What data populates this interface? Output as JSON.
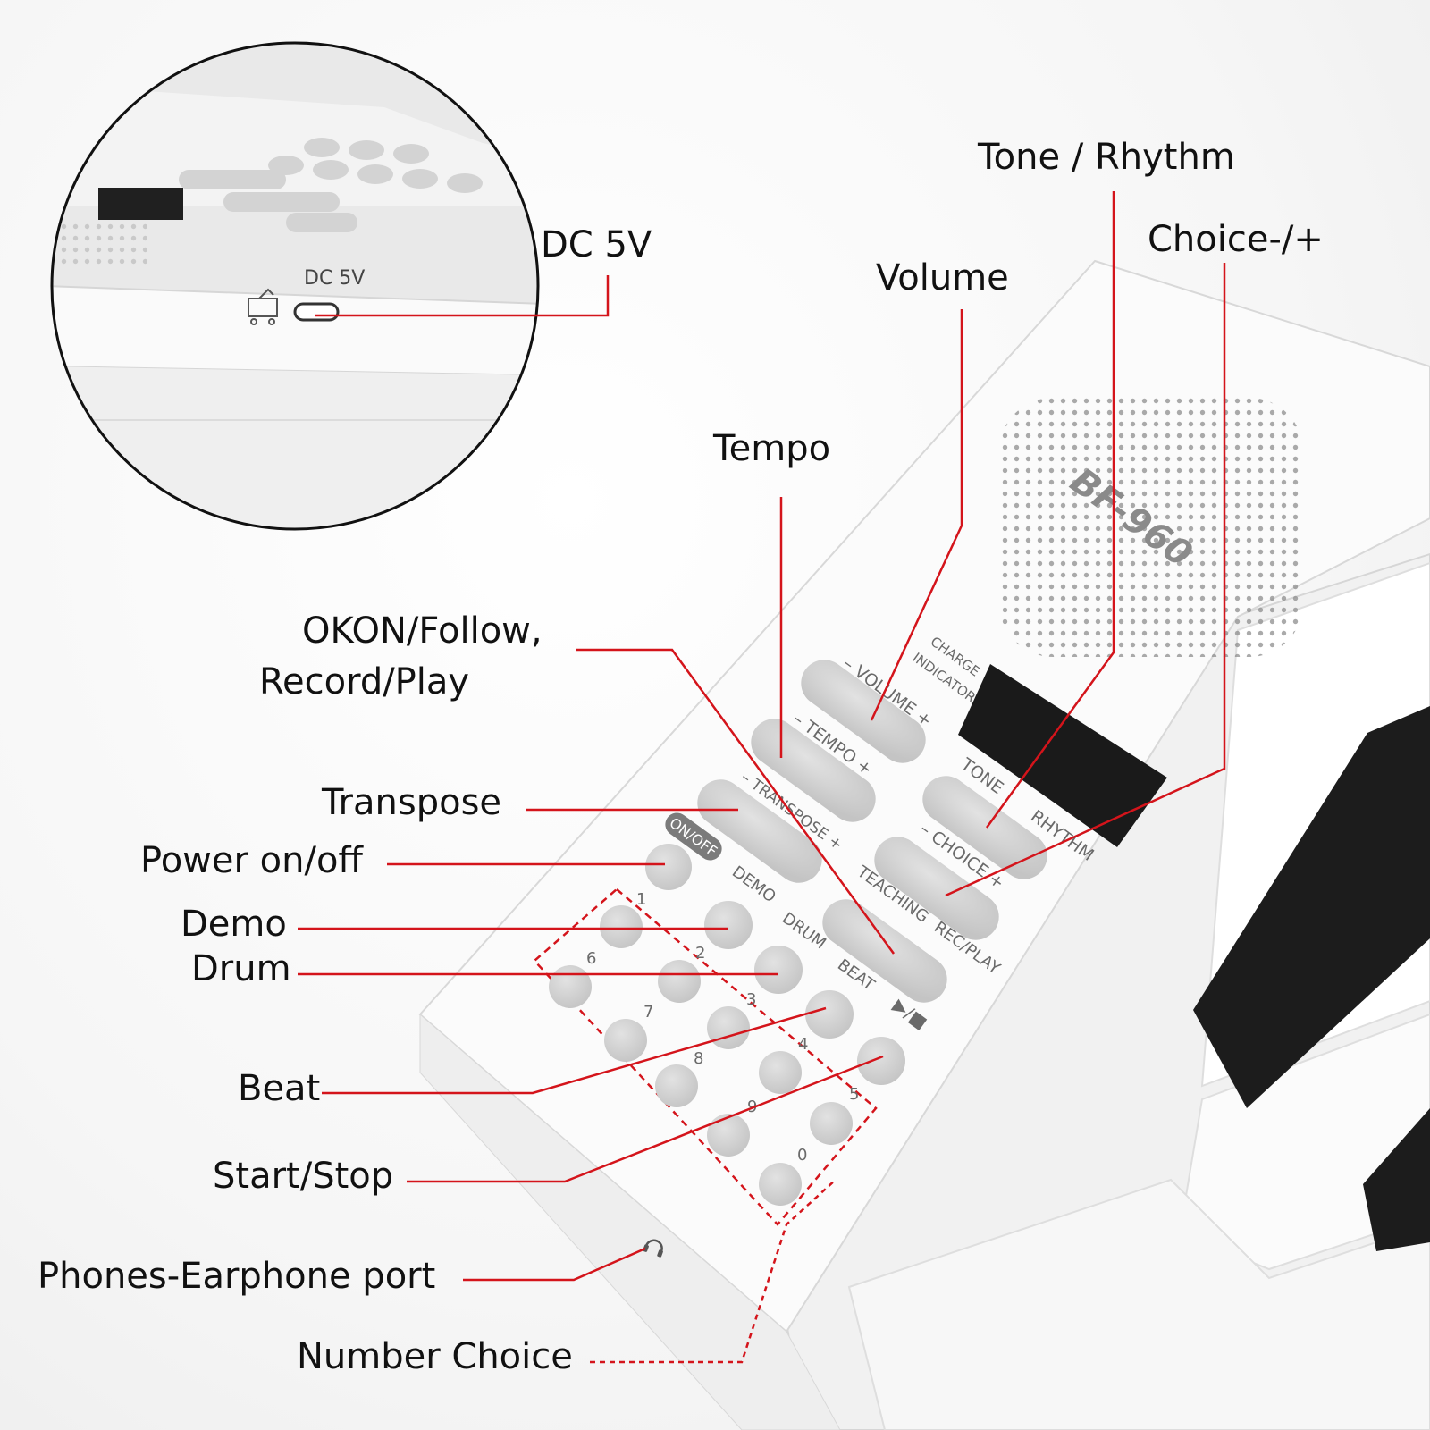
{
  "product": {
    "model": "BF-960",
    "charge_indicator": [
      "CHARGE",
      "INDICATOR"
    ],
    "on_off": "ON/OFF",
    "dc_port": "DC 5V",
    "buttons": {
      "volume": "– VOLUME +",
      "tempo": "– TEMPO +",
      "transpose": "– TRANSPOSE +",
      "tone": "TONE",
      "rhythm": "RHYTHM",
      "choice": "– CHOICE +",
      "teaching": "TEACHING",
      "rec_play": "REC/PLAY",
      "demo": "DEMO",
      "drum": "DRUM",
      "beat": "BEAT",
      "start_stop": "▶/■"
    },
    "number_keys": [
      "1",
      "2",
      "3",
      "4",
      "5",
      "6",
      "7",
      "8",
      "9",
      "0"
    ]
  },
  "callouts": {
    "dc5v": "DC 5V",
    "tone_rhythm": "Tone / Rhythm",
    "choice": "Choice-/+",
    "volume": "Volume",
    "tempo": "Tempo",
    "okon_line1": "OKON/Follow,",
    "okon_line2": "Record/Play",
    "transpose": "Transpose",
    "power": "Power on/off",
    "demo": "Demo",
    "drum": "Drum",
    "beat": "Beat",
    "start_stop": "Start/Stop",
    "phones": "Phones-Earphone port",
    "number_choice": "Number Choice"
  },
  "colors": {
    "leader_line": "#d4141b",
    "panel": "#fbfbfb",
    "button": "#cfcfcf",
    "screen": "#1a1a1a",
    "black_key": "#1c1c1c"
  }
}
